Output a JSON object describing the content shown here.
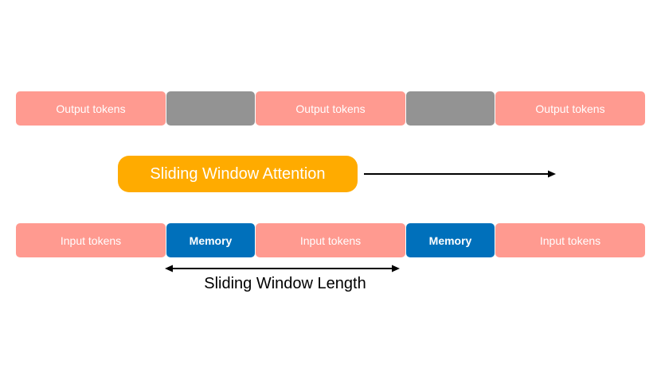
{
  "output_row": {
    "token_label": "Output tokens",
    "colors": {
      "tokens": "#ff9a90",
      "gap": "#939393"
    }
  },
  "input_row": {
    "token_label": "Input tokens",
    "memory_label": "Memory",
    "colors": {
      "tokens": "#ff9a90",
      "memory": "#0070bb"
    }
  },
  "attention": {
    "label": "Sliding Window Attention",
    "color": "#ffab00"
  },
  "window": {
    "label": "Sliding Window Length"
  }
}
